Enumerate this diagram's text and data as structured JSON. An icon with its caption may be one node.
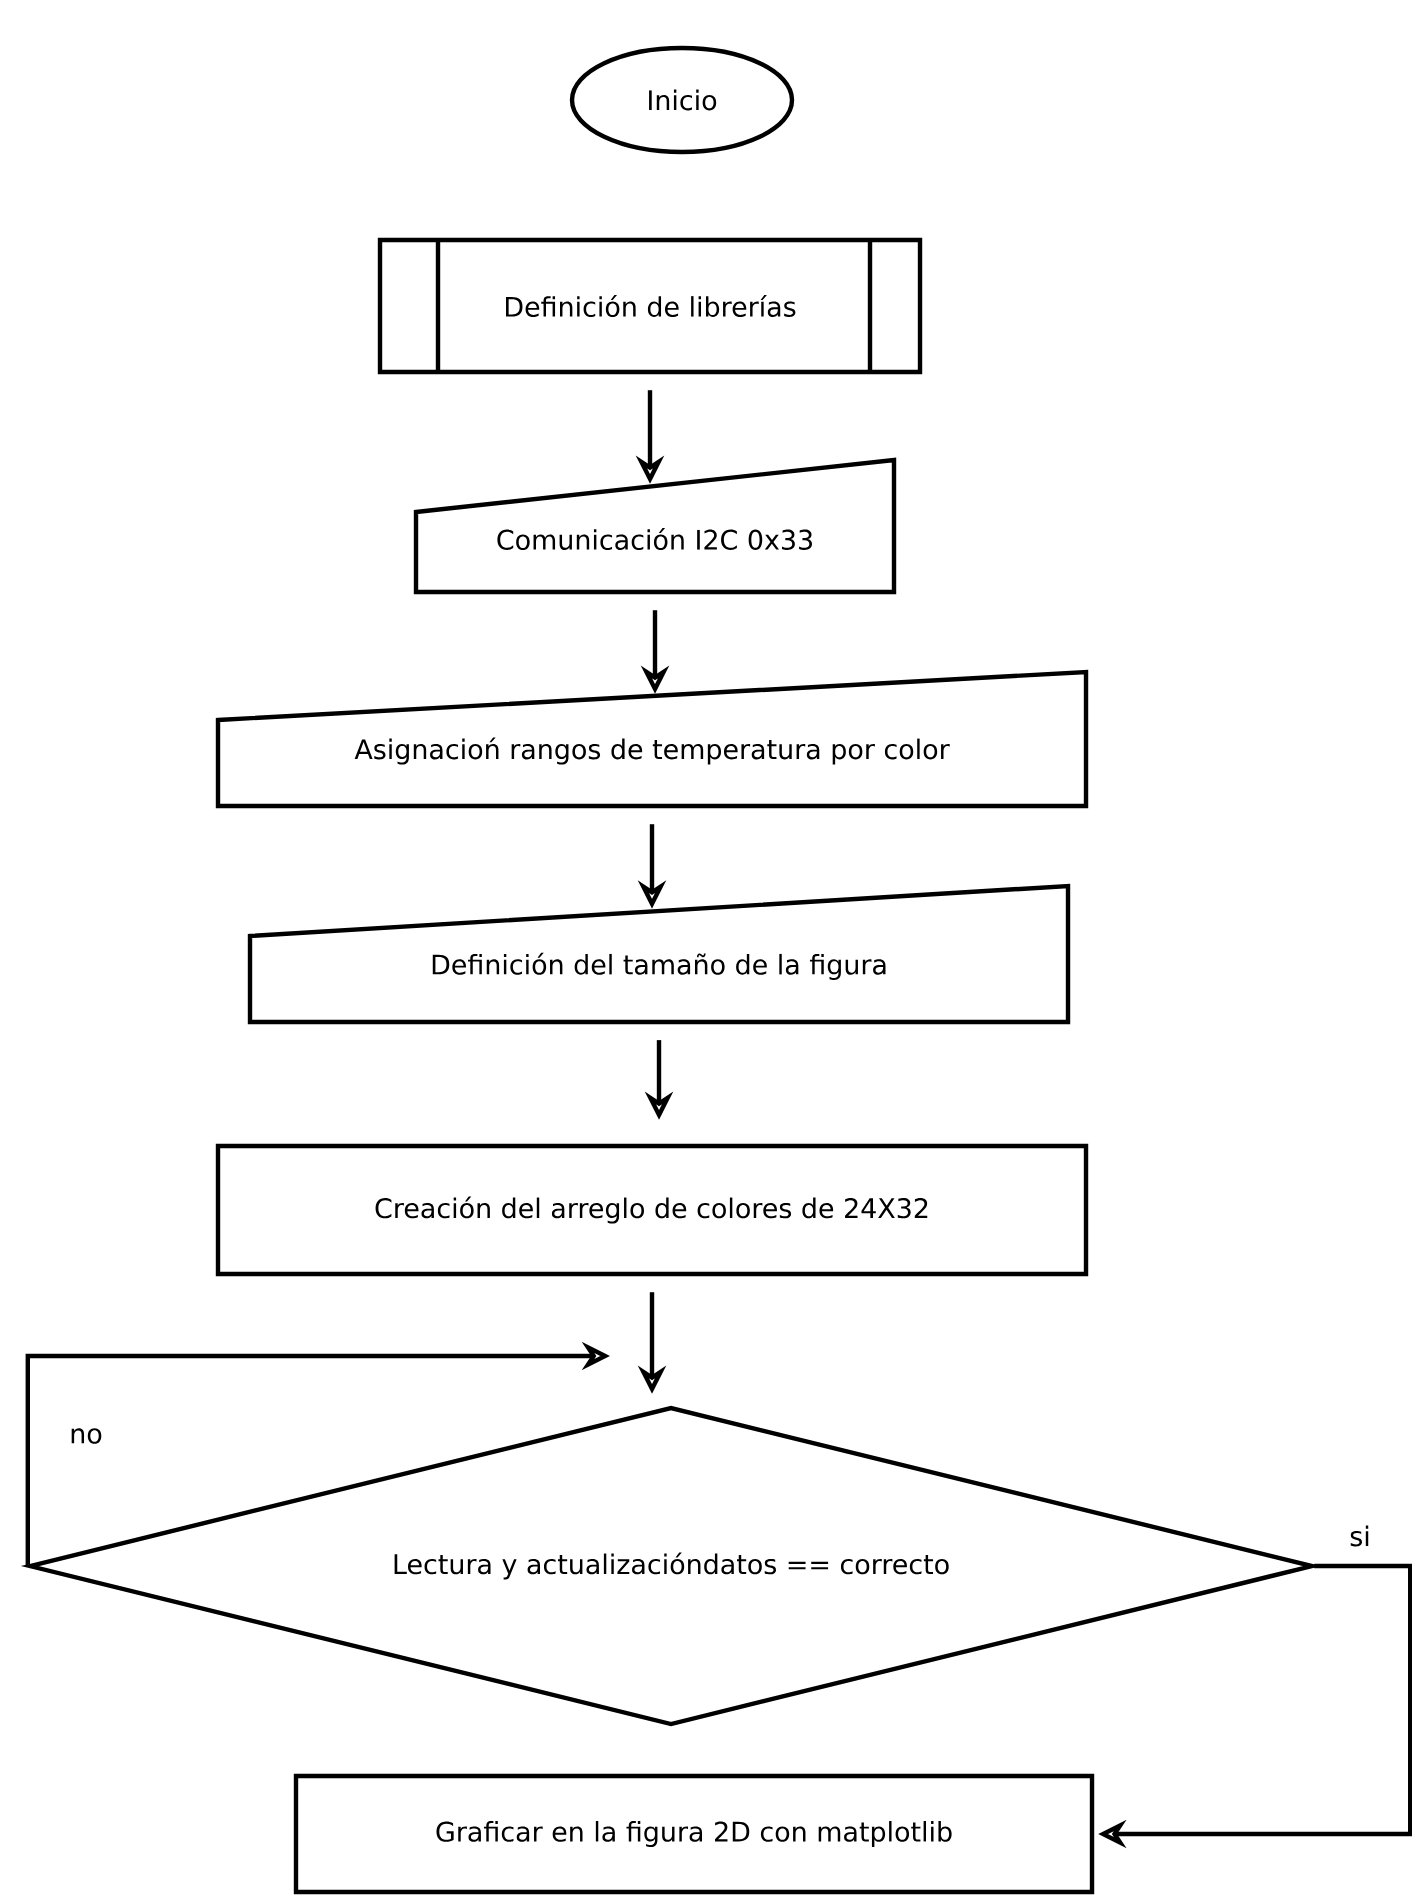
{
  "diagram": {
    "nodes": [
      {
        "text": [
          "Inicio"
        ]
      },
      {
        "text": [
          "Definición de librerías"
        ]
      },
      {
        "text": [
          "Comunicación I2C 0x33"
        ]
      },
      {
        "text": [
          "Asignacioń rangos de temperatura por color"
        ]
      },
      {
        "text": [
          "Definición del tamaño de la figura"
        ]
      },
      {
        "text": [
          "Creación del arreglo de colores de 24X32"
        ]
      },
      {
        "text": [
          "Lectura y actualizacióndatos == correcto"
        ]
      },
      {
        "text": [
          "Graficar en la figura 2D con matplotlib"
        ]
      }
    ],
    "edges": [
      {
        "from": 1,
        "to": 2,
        "arrow": "to"
      },
      {
        "from": 2,
        "to": 3,
        "arrow": "to"
      },
      {
        "from": 3,
        "to": 4,
        "arrow": "to"
      },
      {
        "from": 4,
        "to": 5,
        "arrow": "to"
      },
      {
        "from": 5,
        "to": 6,
        "arrow": "to"
      },
      {
        "from": 6,
        "to": null,
        "arrow": "to",
        "label": "no"
      },
      {
        "from": 6,
        "to": 7,
        "arrow": "to",
        "label": "si"
      }
    ]
  }
}
